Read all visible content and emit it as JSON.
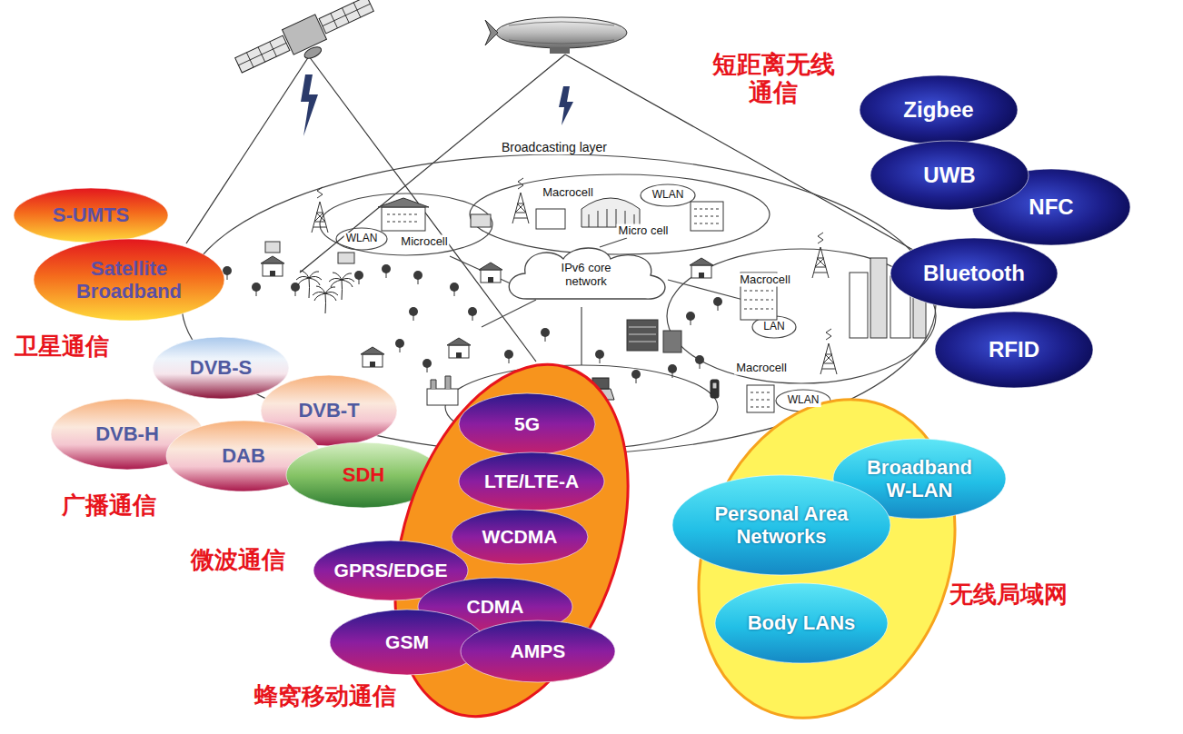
{
  "diagram": {
    "nodes": [
      {
        "text": [
          "S-UMTS"
        ]
      },
      {
        "text": [
          "Satellite Broadband"
        ]
      },
      {
        "text": [
          "Zigbee"
        ]
      },
      {
        "text": [
          "NFC"
        ]
      },
      {
        "text": [
          "UWB"
        ]
      },
      {
        "text": [
          "Bluetooth"
        ]
      },
      {
        "text": [
          "RFID"
        ]
      },
      {
        "text": [
          "IPv6 core network"
        ]
      },
      {
        "text": [
          "DVB-S"
        ]
      },
      {
        "text": [
          "DVB-T"
        ]
      },
      {
        "text": [
          "DVB-H"
        ]
      },
      {
        "text": [
          "DAB"
        ]
      },
      {
        "text": [
          "SDH"
        ]
      },
      {
        "text": [
          "蜂窝移动通信"
        ]
      },
      {
        "text": [
          "5G"
        ],
        "in": 13
      },
      {
        "text": [
          "LTE/LTE-A"
        ],
        "in": 13
      },
      {
        "text": [
          "WCDMA"
        ],
        "in": 13
      },
      {
        "text": [
          "GPRS/EDGE"
        ],
        "in": 13
      },
      {
        "text": [
          "CDMA"
        ],
        "in": 13
      },
      {
        "text": [
          "GSM"
        ],
        "in": 13
      },
      {
        "text": [
          "AMPS"
        ],
        "in": 13
      },
      {
        "text": [
          "无线局域网"
        ]
      },
      {
        "text": [
          "Broadband W-LAN"
        ],
        "in": 21
      },
      {
        "text": [
          "Personal Area Networks"
        ],
        "in": 21
      },
      {
        "text": [
          "Body LANs"
        ],
        "in": 21
      }
    ],
    "labels": [
      "短距离无线通信",
      "Broadcasting layer",
      "Macrocell",
      "WLAN",
      "Micro cell",
      "WLAN",
      "Microcell",
      "Macrocell",
      "LAN",
      "卫星通信",
      "Macrocell",
      "WLAN",
      "广播通信",
      "微波通信"
    ]
  }
}
